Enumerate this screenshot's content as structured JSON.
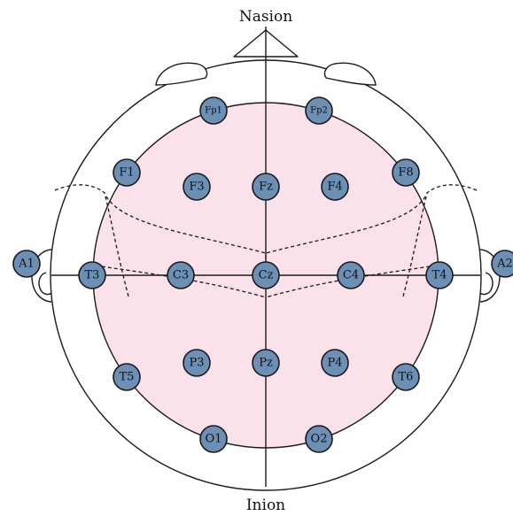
{
  "landmarks": {
    "top": "Nasion",
    "bottom": "Inion"
  },
  "colors": {
    "scalp_fill": "#fbe1ea",
    "electrode_fill": "#6b8fb5",
    "outline": "#1a1a1a"
  },
  "electrodes": [
    {
      "label": "Fp1"
    },
    {
      "label": "Fp2"
    },
    {
      "label": "F1"
    },
    {
      "label": "F3"
    },
    {
      "label": "Fz"
    },
    {
      "label": "F4"
    },
    {
      "label": "F8"
    },
    {
      "label": "A1"
    },
    {
      "label": "T3"
    },
    {
      "label": "C3"
    },
    {
      "label": "Cz"
    },
    {
      "label": "C4"
    },
    {
      "label": "T4"
    },
    {
      "label": "A2"
    },
    {
      "label": "T5"
    },
    {
      "label": "P3"
    },
    {
      "label": "Pz"
    },
    {
      "label": "P4"
    },
    {
      "label": "T6"
    },
    {
      "label": "O1"
    },
    {
      "label": "O2"
    }
  ]
}
